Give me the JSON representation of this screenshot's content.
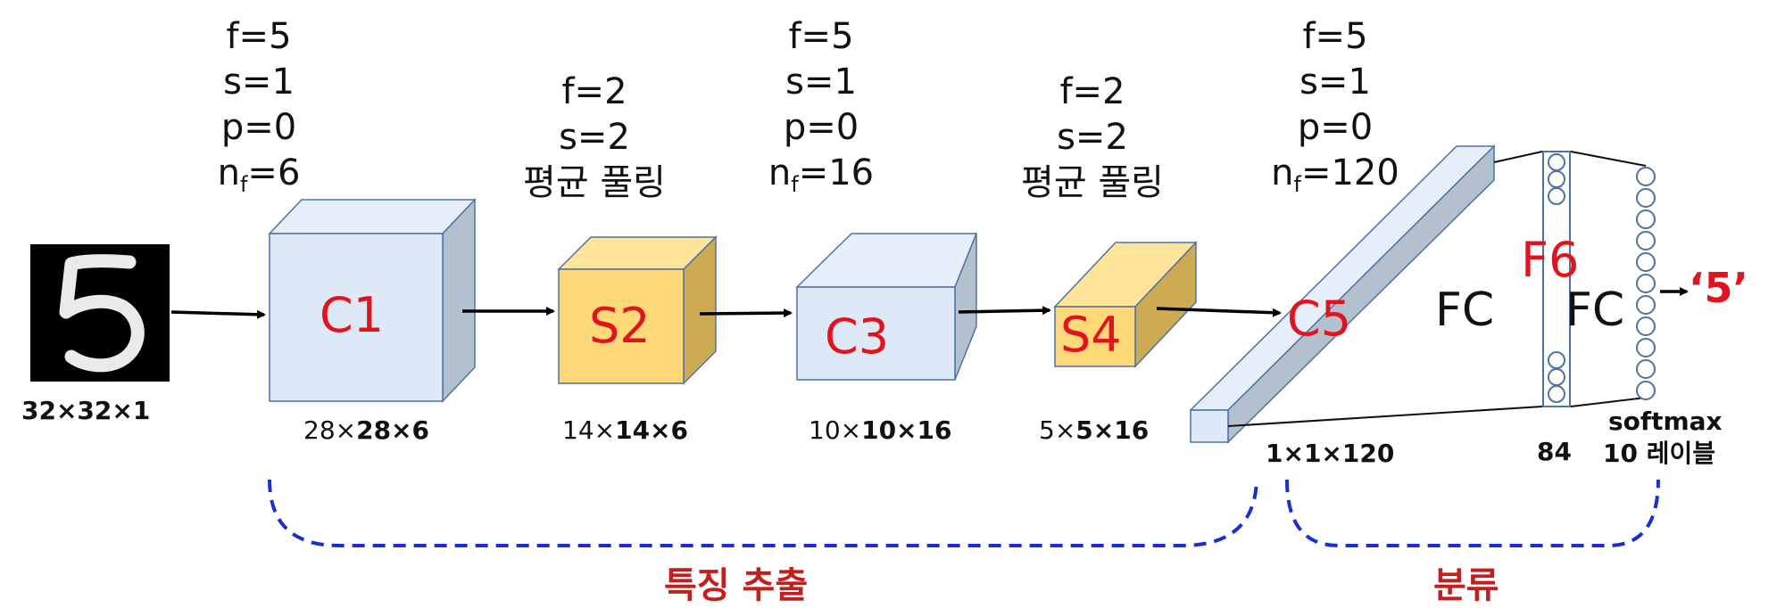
{
  "input": {
    "dims": "32×32×1",
    "digit": "5"
  },
  "layers": {
    "c1": {
      "label": "C1",
      "f": "f=5",
      "s": "s=1",
      "p": "p=0",
      "nf_prefix": "n",
      "nf_sub": "f",
      "nf_value": "=6",
      "dims_pre": "28×",
      "dims_bold": "28×6"
    },
    "s2": {
      "label": "S2",
      "f": "f=2",
      "s": "s=2",
      "pool": "평균 풀링",
      "dims_pre": "14×",
      "dims_bold": "14×6"
    },
    "c3": {
      "label": "C3",
      "f": "f=5",
      "s": "s=1",
      "p": "p=0",
      "nf_prefix": "n",
      "nf_sub": "f",
      "nf_value": "=16",
      "dims_pre": "10×",
      "dims_bold": "10×16"
    },
    "s4": {
      "label": "S4",
      "f": "f=2",
      "s": "s=2",
      "pool": "평균 풀링",
      "dims_pre": "5×",
      "dims_bold": "5×16"
    },
    "c5": {
      "label": "C5",
      "f": "f=5",
      "s": "s=1",
      "p": "p=0",
      "nf_prefix": "n",
      "nf_sub": "f",
      "nf_value": "=120",
      "dims": "1×1×120"
    },
    "f6": {
      "label": "F6",
      "units": "84"
    },
    "fc1_label": "FC",
    "fc2_label": "FC",
    "output": {
      "activation": "softmax",
      "classes": "10 레이블",
      "prediction": "‘5’"
    }
  },
  "sections": {
    "feature_extraction": "특징 추출",
    "classification": "분류"
  },
  "colors": {
    "conv_fill": "#dde9f6",
    "conv_side": "#b3c0ce",
    "conv_top": "#e6eff9",
    "pool_fill": "#ffd978",
    "pool_side": "#cdab55",
    "pool_top": "#ffe49a",
    "edge": "#4f72a0",
    "label_red": "#e0141e",
    "brace_blue": "#1a2ed6",
    "section_red": "#c0201e"
  }
}
